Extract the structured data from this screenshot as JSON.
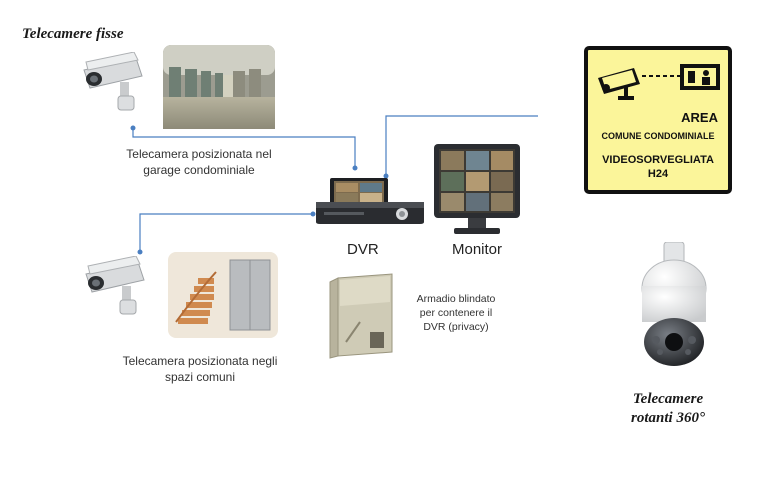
{
  "titles": {
    "fixed_cameras": "Telecamere fisse",
    "rotating_cameras_line1": "Telecamere",
    "rotating_cameras_line2": "rotanti 360°"
  },
  "captions": {
    "garage_line1": "Telecamera posizionata nel",
    "garage_line2": "garage condominiale",
    "common_line1": "Telecamera posizionata negli",
    "common_line2": "spazi comuni",
    "cabinet_line1": "Armadio blindato",
    "cabinet_line2": "per contenere il",
    "cabinet_line3": "DVR (privacy)"
  },
  "devices": {
    "dvr": "DVR",
    "monitor": "Monitor"
  },
  "sign": {
    "line1": "AREA",
    "line2": "COMUNE CONDOMINIALE",
    "line3": "VIDEOSORVEGLIATA",
    "line4": "H24"
  },
  "colors": {
    "connector": "#4a7fc1",
    "sign_background": "#fbf59a"
  }
}
